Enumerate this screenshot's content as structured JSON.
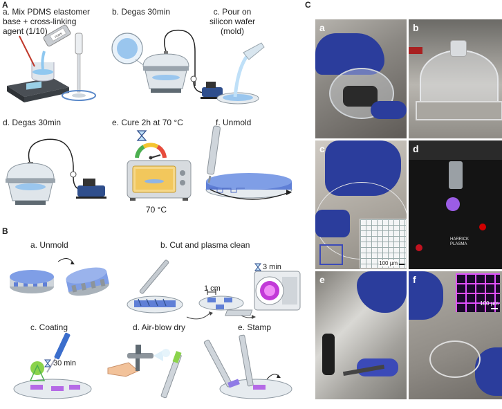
{
  "panel_A": {
    "letter": "A",
    "steps": {
      "a": "a. Mix PDMS elastomer\nbase + cross-linking\nagent (1/10)",
      "b": "b. Degas 30min",
      "c": "c. Pour on\nsilicon wafer\n(mold)",
      "d": "d. Degas 30min",
      "e": "e. Cure 2h at 70 °C",
      "f": "f. Unmold"
    },
    "oven_temp": "70 °C",
    "bottle_label": "PDMS"
  },
  "panel_B": {
    "letter": "B",
    "steps": {
      "a": "a. Unmold",
      "b": "b. Cut and plasma clean",
      "c": "c. Coating",
      "d": "d. Air-blow dry",
      "e": "e. Stamp"
    },
    "size_label": "1 cm",
    "plasma_time": "3 min",
    "coating_time": "30 min"
  },
  "panel_C": {
    "letter": "C",
    "photos": {
      "a": "a",
      "b": "b",
      "c": "c",
      "d": "d",
      "e": "e",
      "f": "f"
    },
    "scale_c": "100 µm",
    "scale_f": "100 µm",
    "plasma_brand": "HARRICK\nPLASMA"
  }
}
